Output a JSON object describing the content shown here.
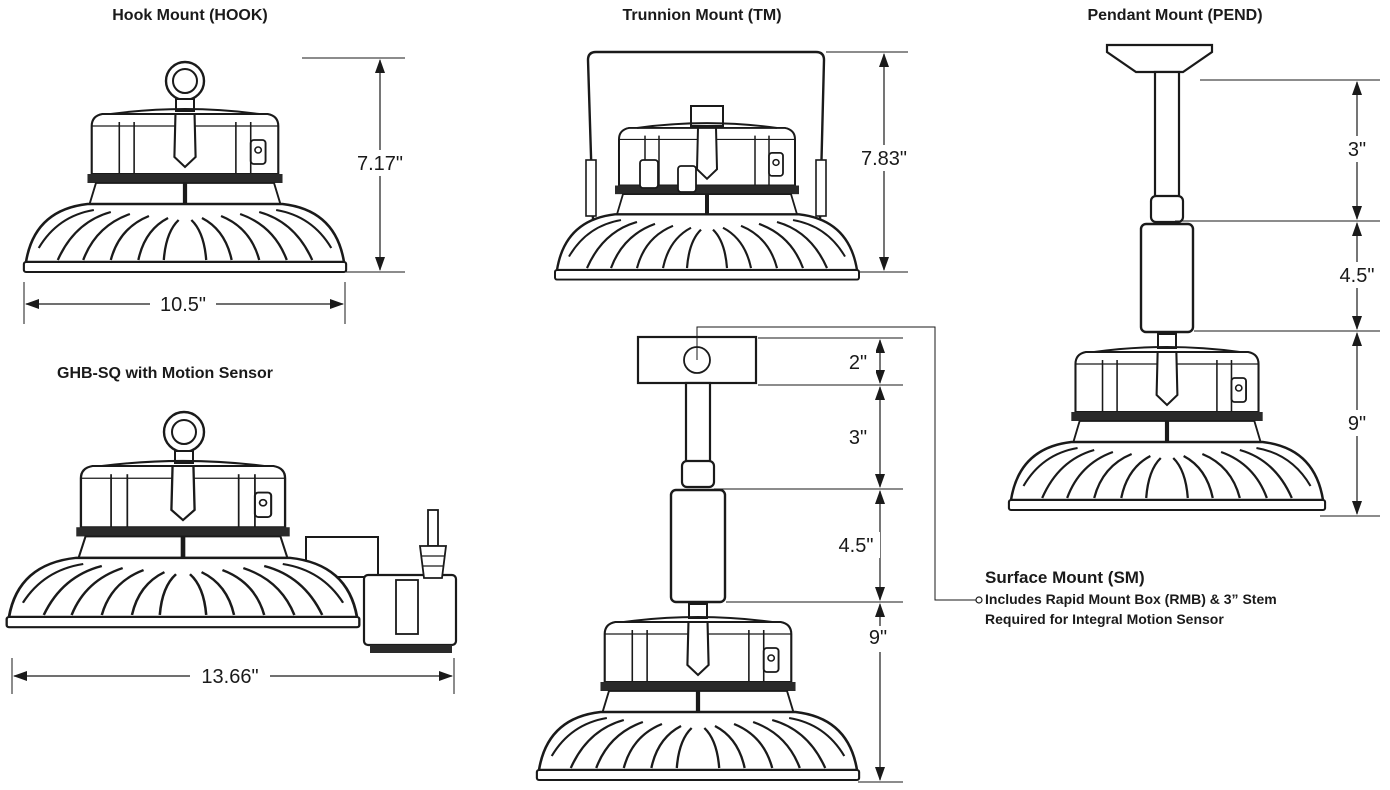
{
  "titles": {
    "hook": "Hook Mount (HOOK)",
    "trunnion": "Trunnion Mount (TM)",
    "pendant": "Pendant Mount (PEND)",
    "motion": "GHB-SQ with Motion Sensor"
  },
  "surface_mount": {
    "title": "Surface Mount (SM)",
    "line1": "Includes Rapid Mount Box (RMB) & 3” Stem",
    "line2": "Required for Integral Motion Sensor"
  },
  "dimensions": {
    "hook_height": "7.17\"",
    "hook_width": "10.5\"",
    "trunnion_height": "7.83\"",
    "pendant_stem": "3\"",
    "pendant_coupler": "4.5\"",
    "pendant_fixture": "9\"",
    "sm_box": "2\"",
    "sm_stem": "3\"",
    "sm_coupler": "4.5\"",
    "sm_fixture": "9\"",
    "motion_width": "13.66\""
  }
}
